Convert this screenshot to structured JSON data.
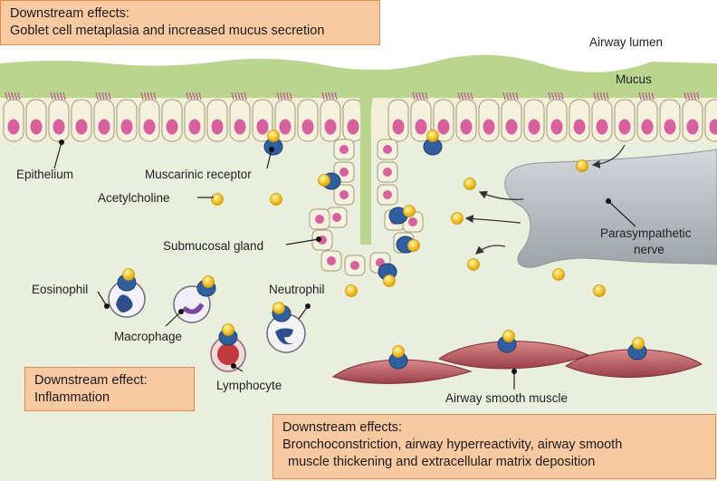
{
  "boxes": {
    "goblet": {
      "title": "Downstream effects:",
      "body": "Goblet cell metaplasia and increased mucus secretion"
    },
    "inflammation": {
      "title": "Downstream effect:",
      "body": "Inflammation"
    },
    "smooth_muscle": {
      "title": "Downstream effects:",
      "line1": "Bronchoconstriction, airway hyperreactivity, airway smooth",
      "line2": "muscle thickening and extracellular matrix deposition"
    }
  },
  "labels": {
    "airway_lumen": "Airway lumen",
    "mucus": "Mucus",
    "epithelium": "Epithelium",
    "muscarinic_receptor": "Muscarinic receptor",
    "acetylcholine": "Acetylcholine",
    "submucosal_gland": "Submucosal gland",
    "parasympathetic_nerve_line1": "Parasympathetic",
    "parasympathetic_nerve_line2": "nerve",
    "eosinophil": "Eosinophil",
    "macrophage": "Macrophage",
    "neutrophil": "Neutrophil",
    "lymphocyte": "Lymphocyte",
    "airway_smooth_muscle": "Airway smooth muscle"
  },
  "colors": {
    "tissue": "#e9efdc",
    "mucus": "#b9d58e",
    "cell": "#f4f1dc",
    "nucleus": "#d9609e",
    "cilia": "#c2568e",
    "acetylcholine": "#f2c52a",
    "receptor": "#2f5f9e",
    "nerve": "#b5b9bf",
    "smooth_muscle": "#b0545a",
    "box_fill": "#f9c9a2",
    "box_border": "#e08a4c"
  }
}
